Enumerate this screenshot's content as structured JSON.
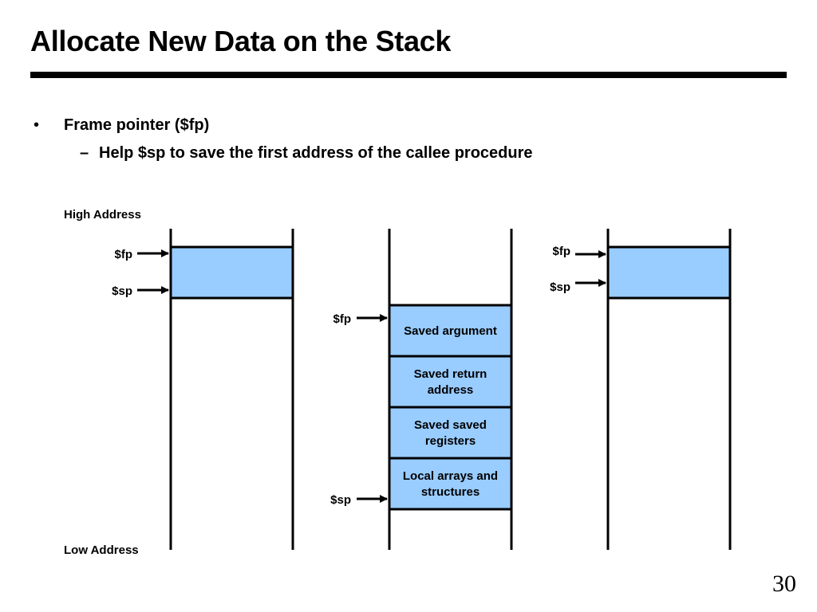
{
  "slide": {
    "title": "Allocate New Data on the Stack",
    "page_number": "30"
  },
  "bullets": {
    "main": "Frame pointer ($fp)",
    "sub": "Help $sp to save the first address of the callee procedure"
  },
  "diagram": {
    "high_address_label": "High Address",
    "low_address_label": "Low Address",
    "block_color": "#99ccff",
    "before": {
      "fp_label": "$fp",
      "sp_label": "$sp"
    },
    "during": {
      "fp_label": "$fp",
      "sp_label": "$sp",
      "frame_blocks": [
        [
          "Saved argument"
        ],
        [
          "Saved return",
          "address"
        ],
        [
          "Saved saved",
          "registers"
        ],
        [
          "Local arrays and",
          "structures"
        ]
      ]
    },
    "after": {
      "fp_label": "$fp",
      "sp_label": "$sp"
    }
  }
}
